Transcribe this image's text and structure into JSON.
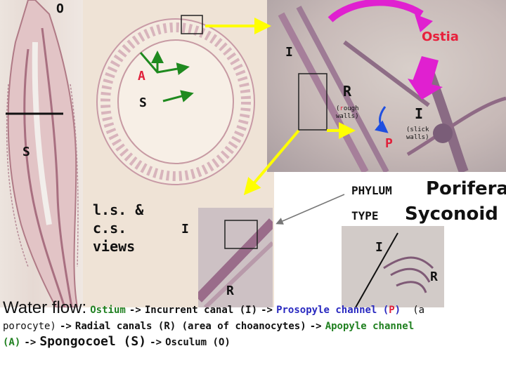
{
  "labels": {
    "o_top": "O",
    "ostia": "Ostia",
    "i_top": "I",
    "a": "A",
    "r_mid": "R",
    "s_mid": "S",
    "rough_r": "r",
    "rough_rest": "ough",
    "rough_walls": "walls)",
    "rough_open": "(",
    "i_right": "I",
    "slick_line1": "(slick",
    "slick_line2": "walls)",
    "p": "P",
    "s_left": "S",
    "phylum": "PHYLUM",
    "porifera": "Porifera",
    "type": "TYPE",
    "syconoid": "Syconoid",
    "views_line1": "l.s. &",
    "views_line2": "c.s.",
    "views_line3": "views",
    "i_bottom_mid": "I",
    "i_bottom_right": "I",
    "r_bottom_right": "R",
    "r_bottom_mid": "R"
  },
  "caption": {
    "water_flow": "Water flow:",
    "ostium": "Ostium",
    "arrow1": "->",
    "incurrent": "Incurrent canal (I)",
    "arrow2": "->",
    "prosopyle": "Prosopyle channel (",
    "prosopyle_p": "P",
    "prosopyle_close": ")",
    "a_paren": "(a",
    "porocyte": "porocyte)",
    "arrow3": "->",
    "radial": "Radial canals (R) (area of choanocytes)",
    "arrow4": "->",
    "apopyle": "Apopyle channel",
    "apopyle_a": "(A)",
    "arrow5": "->",
    "spongocoel": "Spongocoel (S)",
    "arrow6": "->",
    "osculum": "Osculum (O)"
  },
  "colors": {
    "label_black": "#111111",
    "label_red": "#e0203a",
    "ostia_red": "#e8203c",
    "green": "#208020",
    "blue": "#2929c0",
    "yellow_arrow": "#ffff00",
    "magenta_arrow": "#e020d0"
  }
}
